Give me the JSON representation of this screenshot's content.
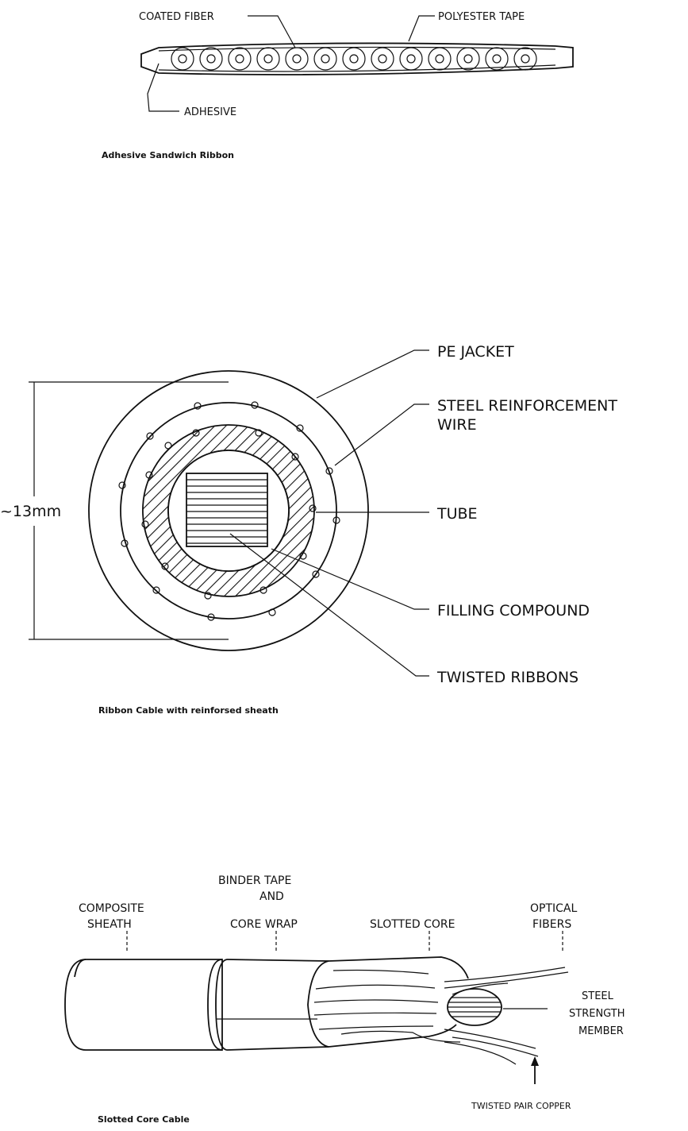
{
  "ribbon": {
    "labels": {
      "coated_fiber": "COATED FIBER",
      "polyester_tape": "POLYESTER TAPE",
      "adhesive": "ADHESIVE"
    },
    "caption": "Adhesive Sandwich Ribbon"
  },
  "ribbon_cable": {
    "labels": {
      "pe_jacket": "PE JACKET",
      "steel_wire_line1": "STEEL REINFORCEMENT",
      "steel_wire_line2": "WIRE",
      "tube": "TUBE",
      "filling_compound": "FILLING COMPOUND",
      "twisted_ribbons": "TWISTED RIBBONS",
      "dimension": "~13mm"
    },
    "caption": "Ribbon Cable with reinforsed sheath"
  },
  "slotted_cable": {
    "labels": {
      "composite_sheath_line1": "COMPOSITE",
      "composite_sheath_line2": "SHEATH",
      "binder_line1": "BINDER TAPE",
      "binder_line2": "AND",
      "binder_line3": "CORE WRAP",
      "slotted_core": "SLOTTED CORE",
      "optical_line1": "OPTICAL",
      "optical_line2": "FIBERS",
      "steel_line1": "STEEL",
      "steel_line2": "STRENGTH",
      "steel_line3": "MEMBER",
      "twisted_pair": "TWISTED PAIR COPPER"
    },
    "caption": "Slotted Core Cable"
  }
}
